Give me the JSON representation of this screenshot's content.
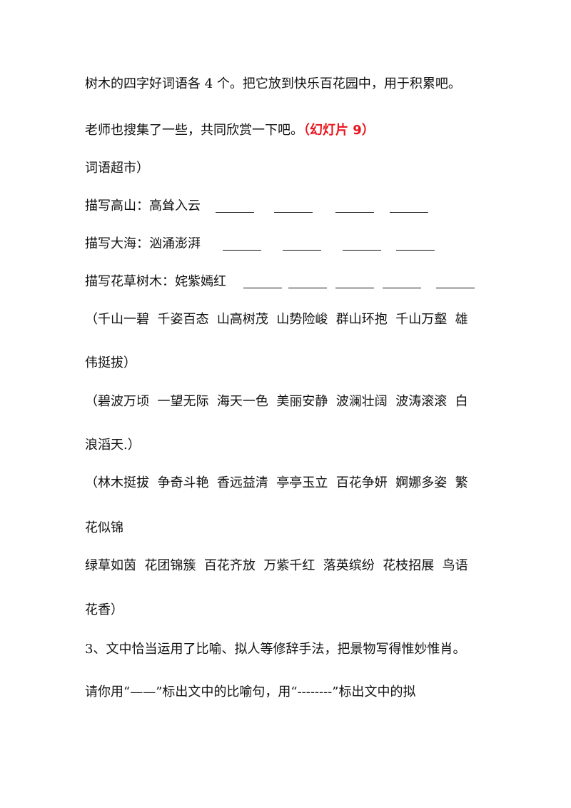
{
  "lines": {
    "l1": "树木的四字好词语各 4 个。把它放到快乐百花园中，用于积累吧。",
    "l2_text": "老师也搜集了一些，共同欣赏一下吧。",
    "l2_red": "（幻灯片 9）",
    "l3": "词语超市）",
    "l4_label": "描写高山：高耸入云",
    "l5_label": "描写大海：汹涌澎湃",
    "l6_label": "描写花草树木：姹紫嫣红",
    "l7": "（千山一碧  千姿百态  山高树茂  山势险峻  群山环抱  千山万壑  雄",
    "l8": "伟挺拔）",
    "l9": "（碧波万顷  一望无际  海天一色  美丽安静  波澜壮阔  波涛滚滚  白",
    "l10": "浪滔天.）",
    "l11": "（林木挺拔  争奇斗艳  香远益清  亭亭玉立  百花争妍  婀娜多姿  繁",
    "l12": "花似锦",
    "l13": "绿草如茵  花团锦簇  百花齐放  万紫千红  落英缤纷  花枝招展  鸟语",
    "l14": "花香）",
    "l15": "3、文中恰当运用了比喻、拟人等修辞手法，把景物写得惟妙惟肖。",
    "l16": "请你用“——”标出文中的比喻句，用“--------”标出文中的拟"
  }
}
